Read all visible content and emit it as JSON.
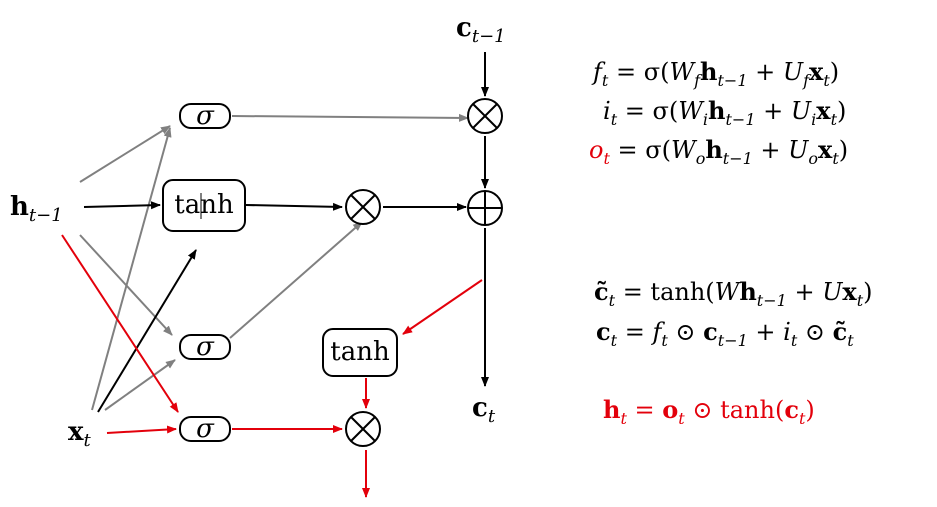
{
  "diagram": {
    "inputs": {
      "h_prev": "h",
      "h_prev_sub": "t−1",
      "x": "x",
      "x_sub": "t",
      "c_prev": "c",
      "c_prev_sub": "t−1",
      "c_out": "c",
      "c_out_sub": "t"
    },
    "gates": {
      "sigma_symbol": "σ",
      "tanh_label": "tanh",
      "times_symbol": "⊗",
      "plus_symbol": "⊕"
    }
  },
  "equations": [
    {
      "id": "forget",
      "text": "f_t = σ(W_f h_{t−1} + U_f x_t)",
      "color": "#000000"
    },
    {
      "id": "input",
      "text": "i_t = σ(W_i h_{t−1} + U_i x_t)",
      "color": "#000000"
    },
    {
      "id": "output",
      "text": "o_t = σ(W_o h_{t−1} + U_o x_t)",
      "color": "#e3000b",
      "lhs": "o",
      "lhs_sub": "t"
    },
    {
      "id": "candidate",
      "text": "c̃_t = tanh(W h_{t−1} + U x_t)",
      "color": "#000000"
    },
    {
      "id": "cell",
      "text": "c_t = f_t ⊙ c_{t−1} + i_t ⊙ c̃_t",
      "color": "#000000"
    },
    {
      "id": "hidden",
      "text": "h_t = o_t ⊙ tanh(c_t)",
      "color": "#e3000b"
    }
  ],
  "colors": {
    "black": "#000000",
    "gray": "#808080",
    "red": "#e3000b"
  }
}
